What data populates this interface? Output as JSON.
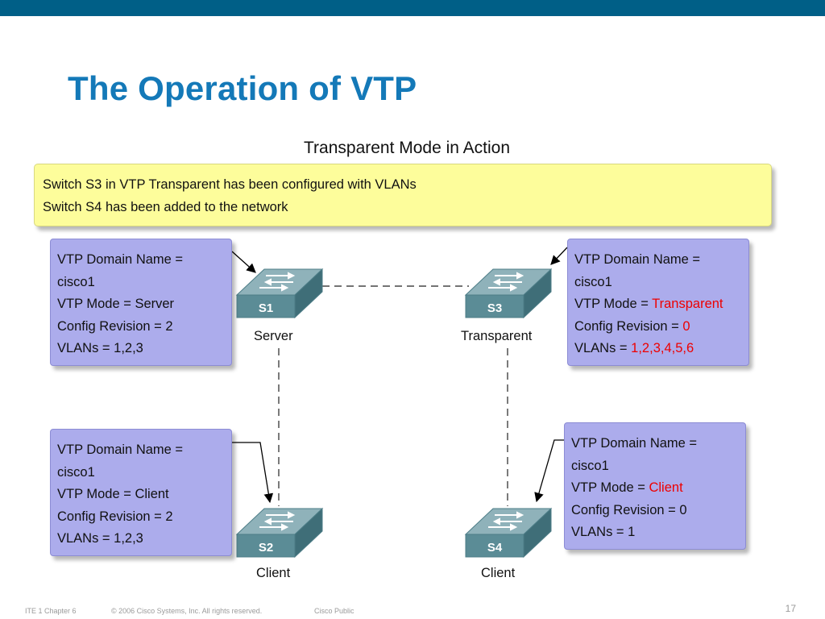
{
  "slide": {
    "title": "The Operation of VTP",
    "subtitle": "Transparent Mode in Action",
    "page_number": "17"
  },
  "banner": {
    "line1": "Switch S3 in VTP Transparent has been configured with VLANs",
    "line2": "Switch S4 has been added to the network"
  },
  "switches": {
    "s1": {
      "label": "S1",
      "role": "Server"
    },
    "s2": {
      "label": "S2",
      "role": "Client"
    },
    "s3": {
      "label": "S3",
      "role": "Transparent"
    },
    "s4": {
      "label": "S4",
      "role": "Client"
    }
  },
  "boxes": {
    "s1": {
      "l1": "VTP Domain Name =",
      "l2": "cisco1",
      "l3": "VTP Mode = Server",
      "l4": "Config Revision = 2",
      "l5": "VLANs = 1,2,3"
    },
    "s2": {
      "l1": "VTP Domain Name =",
      "l2": "cisco1",
      "l3": "VTP Mode = Client",
      "l4": "Config Revision = 2",
      "l5": "VLANs = 1,2,3"
    },
    "s3": {
      "l1": "VTP Domain Name =",
      "l2_value": "cisco1",
      "l3_prefix": "VTP Mode = ",
      "l3_value": "Transparent",
      "l4_prefix": "Config Revision = ",
      "l4_value": "0",
      "l5_prefix": "VLANs = ",
      "l5_value": "1,2,3,4,5,6"
    },
    "s4": {
      "l1": "VTP Domain Name =",
      "l2": "cisco1",
      "l3_prefix": "VTP Mode = ",
      "l3_value": "Client",
      "l4": "Config Revision = 0",
      "l5": "VLANs = 1"
    }
  },
  "footer": {
    "course": "ITE 1 Chapter 6",
    "copyright": "© 2006 Cisco Systems, Inc. All rights reserved.",
    "classification": "Cisco Public"
  },
  "colors": {
    "header_bar": "#005f87",
    "title": "#1479b8",
    "banner_bg": "#fdfd9b",
    "box_bg": "#acacec",
    "highlight": "#ee0000",
    "switch_top": "#8fb2ba",
    "switch_front": "#5b8c96"
  }
}
